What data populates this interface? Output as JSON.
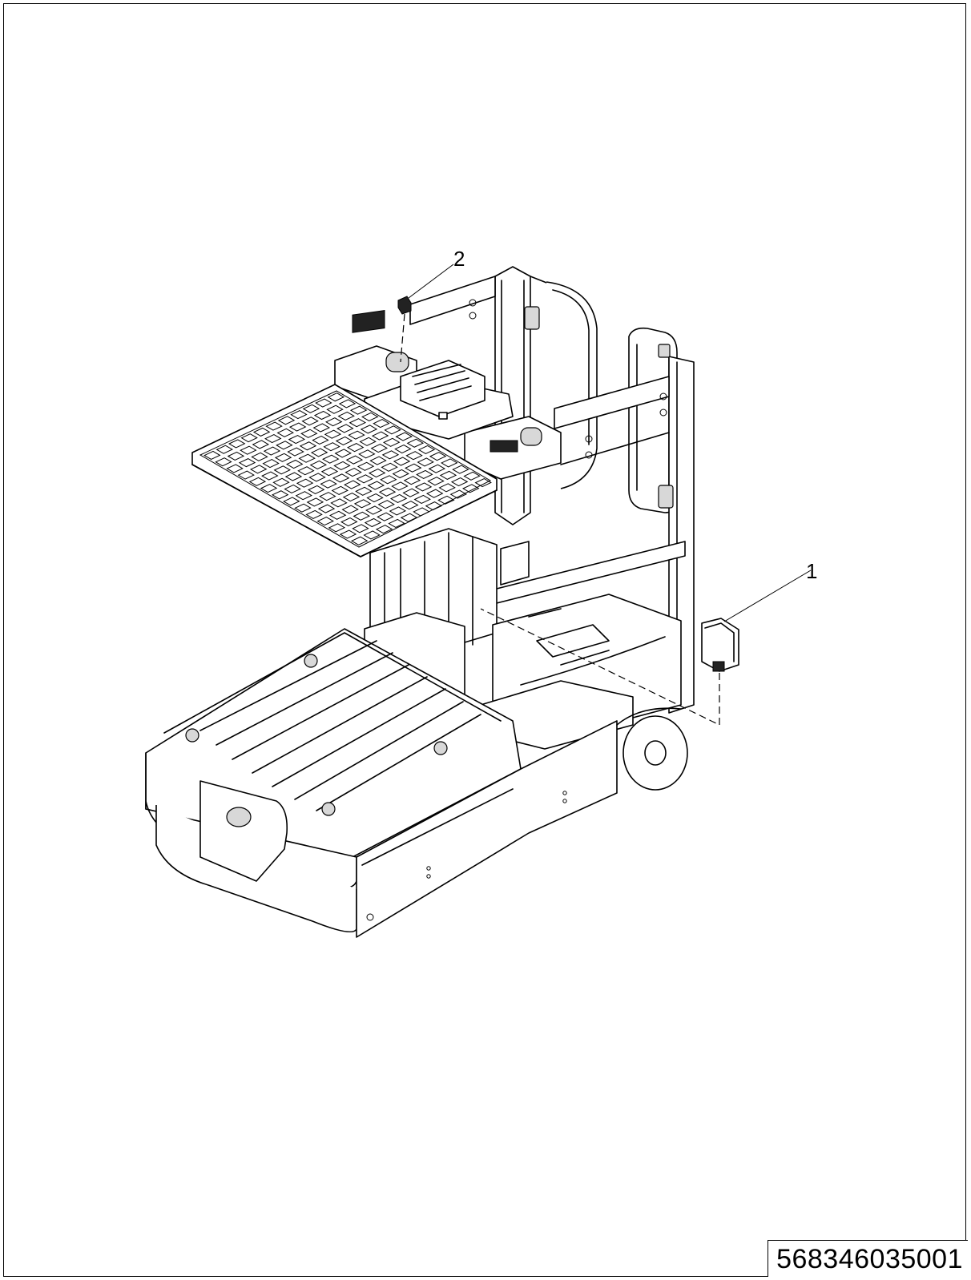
{
  "callouts": {
    "item_1": "1",
    "item_2": "2"
  },
  "part_number": "568346035001"
}
